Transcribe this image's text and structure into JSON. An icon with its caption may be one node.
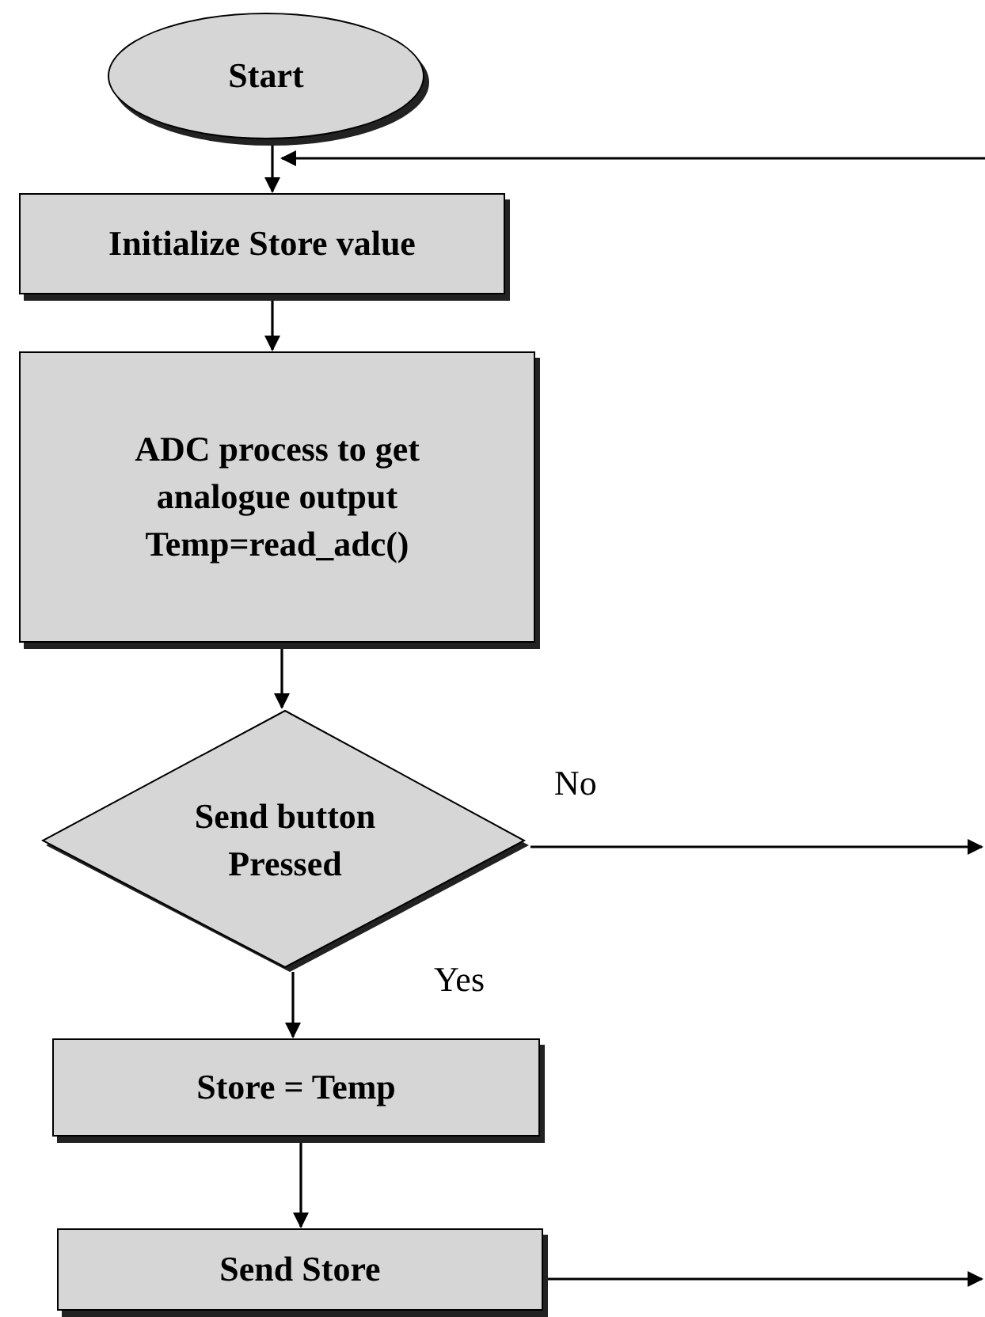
{
  "diagram": {
    "nodes": [
      {
        "text": [
          "Start"
        ]
      },
      {
        "text": [
          "Initialize Store value"
        ]
      },
      {
        "text": [
          "ADC process to get analogue output",
          "Temp=read_adc()"
        ]
      },
      {
        "text": [
          "Send button Pressed"
        ]
      },
      {
        "text": [
          "Store = Temp"
        ]
      },
      {
        "text": [
          "Send Store"
        ]
      }
    ],
    "edges": [
      {
        "from": 0,
        "to": 1,
        "arrow": "to"
      },
      {
        "from": null,
        "to": 1,
        "arrow": "to"
      },
      {
        "from": 1,
        "to": 2,
        "arrow": "to"
      },
      {
        "from": 2,
        "to": 3,
        "arrow": "to"
      },
      {
        "from": 3,
        "to": null,
        "label": "No",
        "arrow": "to"
      },
      {
        "from": 3,
        "to": 4,
        "label": "Yes",
        "arrow": "to"
      },
      {
        "from": 4,
        "to": 5,
        "arrow": "to"
      },
      {
        "from": 5,
        "to": null,
        "arrow": "to"
      }
    ]
  }
}
